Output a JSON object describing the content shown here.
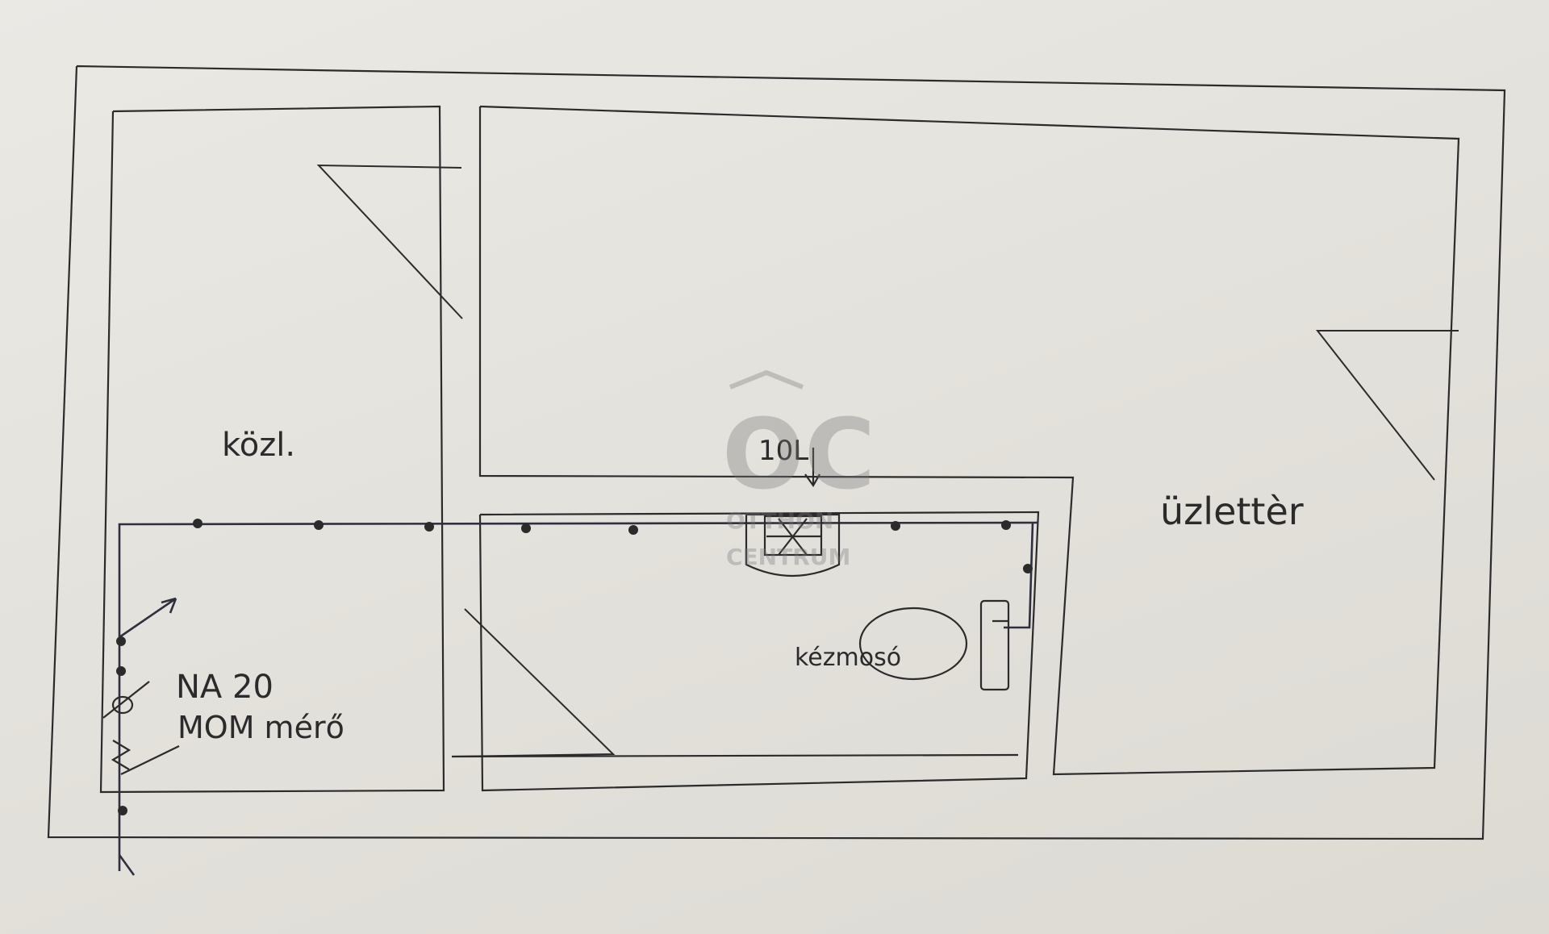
{
  "rooms": {
    "storage_label": "közl.",
    "shop_label": "üzlettèr",
    "washroom_label": "kézmosó"
  },
  "fixture": {
    "heater_label": "10L"
  },
  "meter": {
    "line1": "NA 20",
    "line2": "MOM mérő"
  },
  "watermark": {
    "logo_text": "OC",
    "line1": "OTTHON",
    "line2": "CENTRUM"
  },
  "colors": {
    "ink": "#2b2b2b",
    "pipe": "#3a3a6a",
    "paper": "#e8e6e0"
  }
}
